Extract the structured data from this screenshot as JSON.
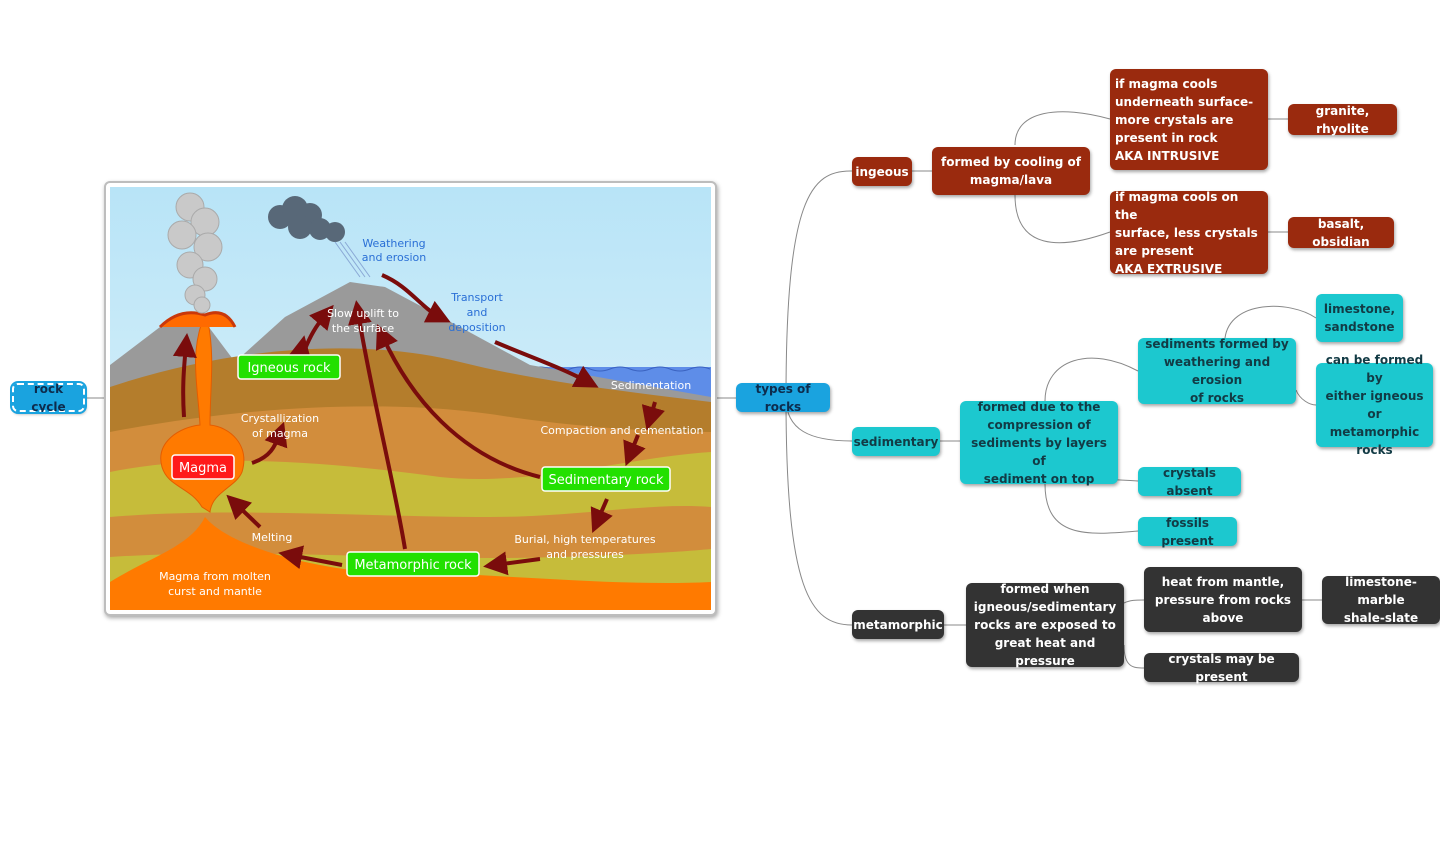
{
  "root": {
    "label": "rock cycle"
  },
  "diagram": {
    "weathering": [
      "Weathering",
      "and erosion"
    ],
    "transport": [
      "Transport",
      "and",
      "deposition"
    ],
    "uplift": [
      "Slow uplift to",
      "the surface"
    ],
    "sedimentation": "Sedimentation",
    "compaction": "Compaction and cementation",
    "crystallization": [
      "Crystallization",
      "of magma"
    ],
    "melting": "Melting",
    "burial": [
      "Burial, high temperatures",
      "and pressures"
    ],
    "magma_source": [
      "Magma from molten",
      "curst and mantle"
    ],
    "box_igneous": "Igneous rock",
    "box_magma": "Magma",
    "box_sedimentary": "Sedimentary rock",
    "box_metamorphic": "Metamorphic rock"
  },
  "center": {
    "label": "types of rocks"
  },
  "branches": {
    "igneous": {
      "label": "ingeous",
      "formed": "formed by cooling of\nmagma/lava",
      "intrusive": "if magma cools\nunderneath surface-\nmore crystals are\npresent in rock\nAKA INTRUSIVE",
      "intrusive_examples": "granite, rhyolite",
      "extrusive": "if magma cools on the\nsurface, less crystals\nare present\nAKA EXTRUSIVE",
      "extrusive_examples": "basalt, obsidian"
    },
    "sedimentary": {
      "label": "sedimentary",
      "formed": "formed due to the\ncompression of\nsediments by layers of\nsediment on top",
      "weathering": "sediments formed by\nweathering and erosion\nof rocks",
      "examples": "limestone,\nsandstone",
      "either": "can be formed by\neither igneous or\nmetamorphic\nrocks",
      "crystals": "crystals absent",
      "fossils": "fossils present"
    },
    "metamorphic": {
      "label": "metamorphic",
      "formed": "formed when\nigneous/sedimentary\nrocks are exposed to\ngreat heat and pressure",
      "heat": "heat from mantle,\npressure from rocks\nabove",
      "examples": "limestone-marble\nshale-slate",
      "crystals": "crystals may be present"
    }
  },
  "colors": {
    "igneous": "#9a2a0e",
    "sedimentary": "#1cc8cf",
    "metamorphic": "#333333",
    "central": "#1aa3df",
    "link": "#777777"
  }
}
